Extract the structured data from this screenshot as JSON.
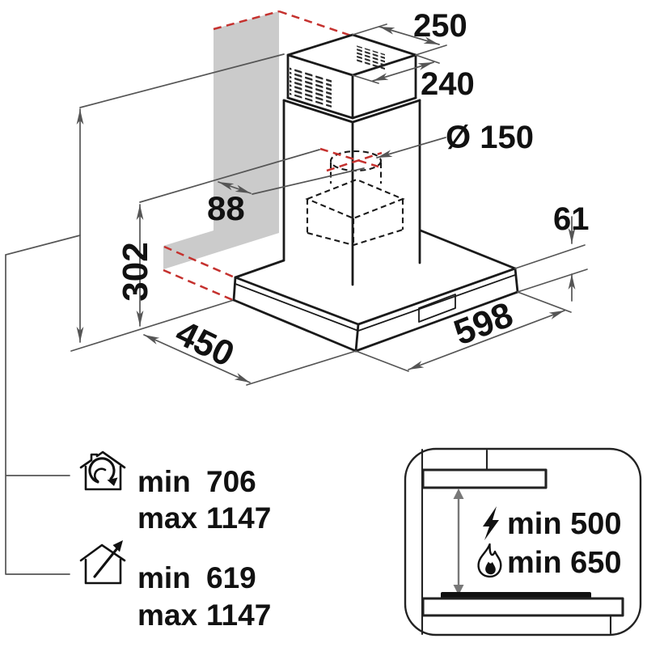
{
  "hood": {
    "dims": {
      "top_depth": "250",
      "top_width": "240",
      "duct": "Ø 150",
      "wall_offset": "88",
      "chimney_min_height": "302",
      "depth": "450",
      "width": "598",
      "canopy_height": "61"
    }
  },
  "heights": {
    "recirc": {
      "min_label": "min",
      "min": "706",
      "max_label": "max",
      "max": "1147"
    },
    "duct": {
      "min_label": "min",
      "min": "619",
      "max_label": "max",
      "max": "1147"
    }
  },
  "clearance": {
    "electric": "min 500",
    "gas": "min 650"
  },
  "colors": {
    "accent_red": "#c5312e",
    "wall_gray": "#cbcbcb",
    "dim_gray": "#555555",
    "ink": "#1a1a1a"
  }
}
